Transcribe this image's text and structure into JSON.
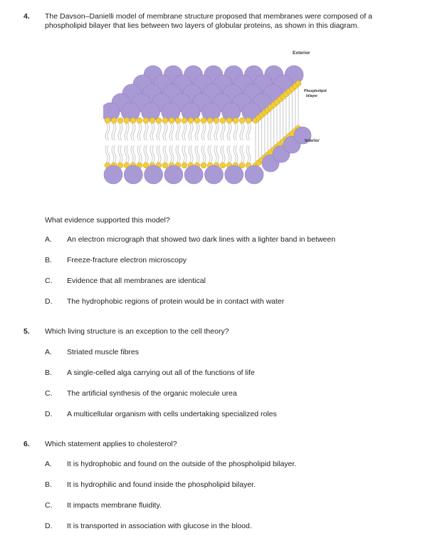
{
  "questions": [
    {
      "number": "4.",
      "text_line1": "The Davson–Danielli model of membrane structure proposed that membranes were composed of a",
      "text_line2": "phospholipid bilayer that lies between two layers of globular proteins, as shown in this diagram.",
      "diagram_labels": {
        "exterior": "Exterior",
        "phospholipid_line1": "Phospholipid",
        "phospholipid_line2": "bilayer",
        "interior": "Interior"
      },
      "diagram_colors": {
        "protein": "#a99ad6",
        "head": "#f2cc3a",
        "tail": "#c8c8c8"
      },
      "prompt": "What evidence supported this model?",
      "options": [
        {
          "letter": "A.",
          "text": "An electron micrograph that showed two dark lines with a lighter band in between"
        },
        {
          "letter": "B.",
          "text": "Freeze-fracture electron microscopy"
        },
        {
          "letter": "C.",
          "text": "Evidence that all membranes are identical"
        },
        {
          "letter": "D.",
          "text": "The hydrophobic regions of protein would be in contact with water"
        }
      ]
    },
    {
      "number": "5.",
      "text": "Which living structure is an exception to the cell theory?",
      "options": [
        {
          "letter": "A.",
          "text": "Striated muscle fibres"
        },
        {
          "letter": "B.",
          "text": "A single-celled alga carrying out all of the functions of life"
        },
        {
          "letter": "C.",
          "text": "The artificial synthesis of the organic molecule urea"
        },
        {
          "letter": "D.",
          "text": "A multicellular organism with cells undertaking specialized roles"
        }
      ]
    },
    {
      "number": "6.",
      "text": "Which statement applies to cholesterol?",
      "options": [
        {
          "letter": "A.",
          "text": "It is hydrophobic and found on the outside of the phospholipid bilayer."
        },
        {
          "letter": "B.",
          "text": "It is hydrophilic and found inside the phospholipid bilayer."
        },
        {
          "letter": "C.",
          "text": "It impacts membrane fluidity."
        },
        {
          "letter": "D.",
          "text": "It is transported in association with glucose in the blood."
        }
      ]
    }
  ]
}
